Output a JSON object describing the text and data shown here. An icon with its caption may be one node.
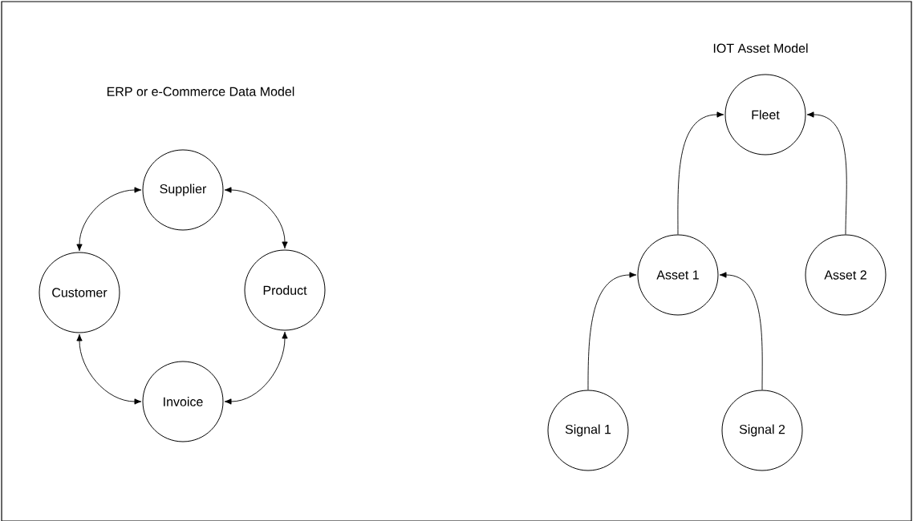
{
  "diagram": {
    "nodes": [
      {
        "text": [
          "Supplier"
        ]
      },
      {
        "text": [
          "Customer"
        ]
      },
      {
        "text": [
          "Product"
        ]
      },
      {
        "text": [
          "Invoice"
        ]
      },
      {
        "text": [
          "Fleet"
        ]
      },
      {
        "text": [
          "Asset 1"
        ]
      },
      {
        "text": [
          "Asset 2"
        ]
      },
      {
        "text": [
          "Signal 1"
        ]
      },
      {
        "text": [
          "Signal 2"
        ]
      }
    ],
    "edges": [
      {
        "from": 0,
        "to": 1,
        "arrow": "both"
      },
      {
        "from": 0,
        "to": 2,
        "arrow": "both"
      },
      {
        "from": 1,
        "to": 3,
        "arrow": "both"
      },
      {
        "from": 3,
        "to": 2,
        "arrow": "both"
      },
      {
        "from": 5,
        "to": 4,
        "arrow": "to"
      },
      {
        "from": 6,
        "to": 4,
        "arrow": "to"
      },
      {
        "from": 7,
        "to": 5,
        "arrow": "to"
      },
      {
        "from": 8,
        "to": 5,
        "arrow": "to"
      }
    ],
    "labels": [
      "ERP or e-Commerce Data Model",
      "IOT Asset Model"
    ]
  }
}
